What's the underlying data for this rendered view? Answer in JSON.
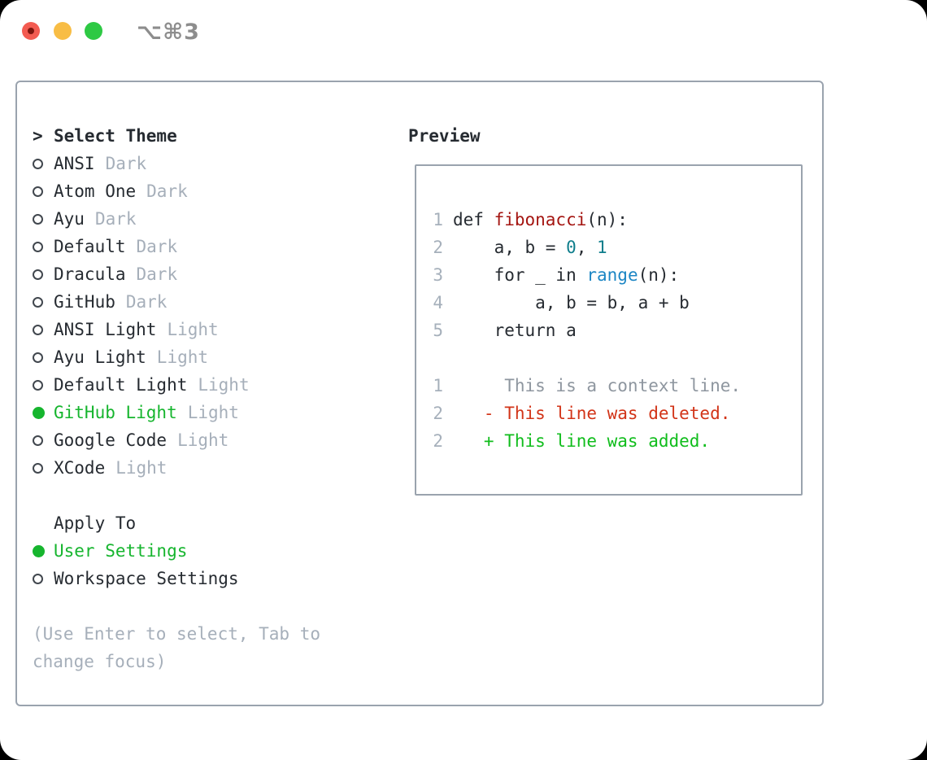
{
  "window": {
    "title": "⌥⌘3",
    "traffic_lights": [
      "close",
      "minimize",
      "zoom"
    ]
  },
  "theme_panel": {
    "prompt": ">",
    "header": "Select Theme",
    "items": [
      {
        "label": "ANSI",
        "tag": "Dark",
        "selected": false
      },
      {
        "label": "Atom One",
        "tag": "Dark",
        "selected": false
      },
      {
        "label": "Ayu",
        "tag": "Dark",
        "selected": false
      },
      {
        "label": "Default",
        "tag": "Dark",
        "selected": false
      },
      {
        "label": "Dracula",
        "tag": "Dark",
        "selected": false
      },
      {
        "label": "GitHub",
        "tag": "Dark",
        "selected": false
      },
      {
        "label": "ANSI Light",
        "tag": "Light",
        "selected": false
      },
      {
        "label": "Ayu Light",
        "tag": "Light",
        "selected": false
      },
      {
        "label": "Default Light",
        "tag": "Light",
        "selected": false
      },
      {
        "label": "GitHub Light",
        "tag": "Light",
        "selected": true
      },
      {
        "label": "Google Code",
        "tag": "Light",
        "selected": false
      },
      {
        "label": "XCode",
        "tag": "Light",
        "selected": false
      }
    ],
    "apply_to": {
      "header": "Apply To",
      "options": [
        {
          "label": "User Settings",
          "selected": true
        },
        {
          "label": "Workspace Settings",
          "selected": false
        }
      ]
    },
    "hint": "(Use Enter to select, Tab to change focus)"
  },
  "preview": {
    "header": "Preview",
    "lines": [
      {
        "num": "1",
        "segments": [
          {
            "t": "def ",
            "c": "code"
          },
          {
            "t": "fibonacci",
            "c": "func"
          },
          {
            "t": "(n):",
            "c": "code"
          }
        ]
      },
      {
        "num": "2",
        "segments": [
          {
            "t": "    a, b = ",
            "c": "code"
          },
          {
            "t": "0",
            "c": "num"
          },
          {
            "t": ", ",
            "c": "code"
          },
          {
            "t": "1",
            "c": "num"
          }
        ]
      },
      {
        "num": "3",
        "segments": [
          {
            "t": "    for _ in ",
            "c": "code"
          },
          {
            "t": "range",
            "c": "builtin"
          },
          {
            "t": "(n):",
            "c": "code"
          }
        ]
      },
      {
        "num": "4",
        "segments": [
          {
            "t": "        a, b = b, a + b",
            "c": "code"
          }
        ]
      },
      {
        "num": "5",
        "segments": [
          {
            "t": "    return a",
            "c": "code"
          }
        ]
      },
      {
        "blank": true
      },
      {
        "num": "1",
        "segments": [
          {
            "t": "     This is a context line.",
            "c": "context"
          }
        ]
      },
      {
        "num": "2",
        "segments": [
          {
            "t": "   - This line was deleted.",
            "c": "deleted"
          }
        ]
      },
      {
        "num": "2",
        "segments": [
          {
            "t": "   + This line was added.",
            "c": "added"
          }
        ]
      }
    ]
  },
  "colors": {
    "ink": "#262b31",
    "muted": "#a6afba",
    "context_gray": "#8e969f",
    "line_number": "#a6b0bb",
    "selected_green": "#16b52e",
    "added_green": "#10bd1c",
    "deleted_red": "#d23418",
    "function_red": "#a41511",
    "number_teal": "#0f7e8c",
    "builtin_blue": "#1c86c4",
    "border_gray": "#9aa3ae",
    "radio_outline": "#41474e",
    "window_title_gray": "#8d8d8d",
    "traffic_red": "#f35b51",
    "traffic_red_dot": "#7e150d",
    "traffic_yellow": "#f8bd45",
    "traffic_green": "#2ec944"
  }
}
